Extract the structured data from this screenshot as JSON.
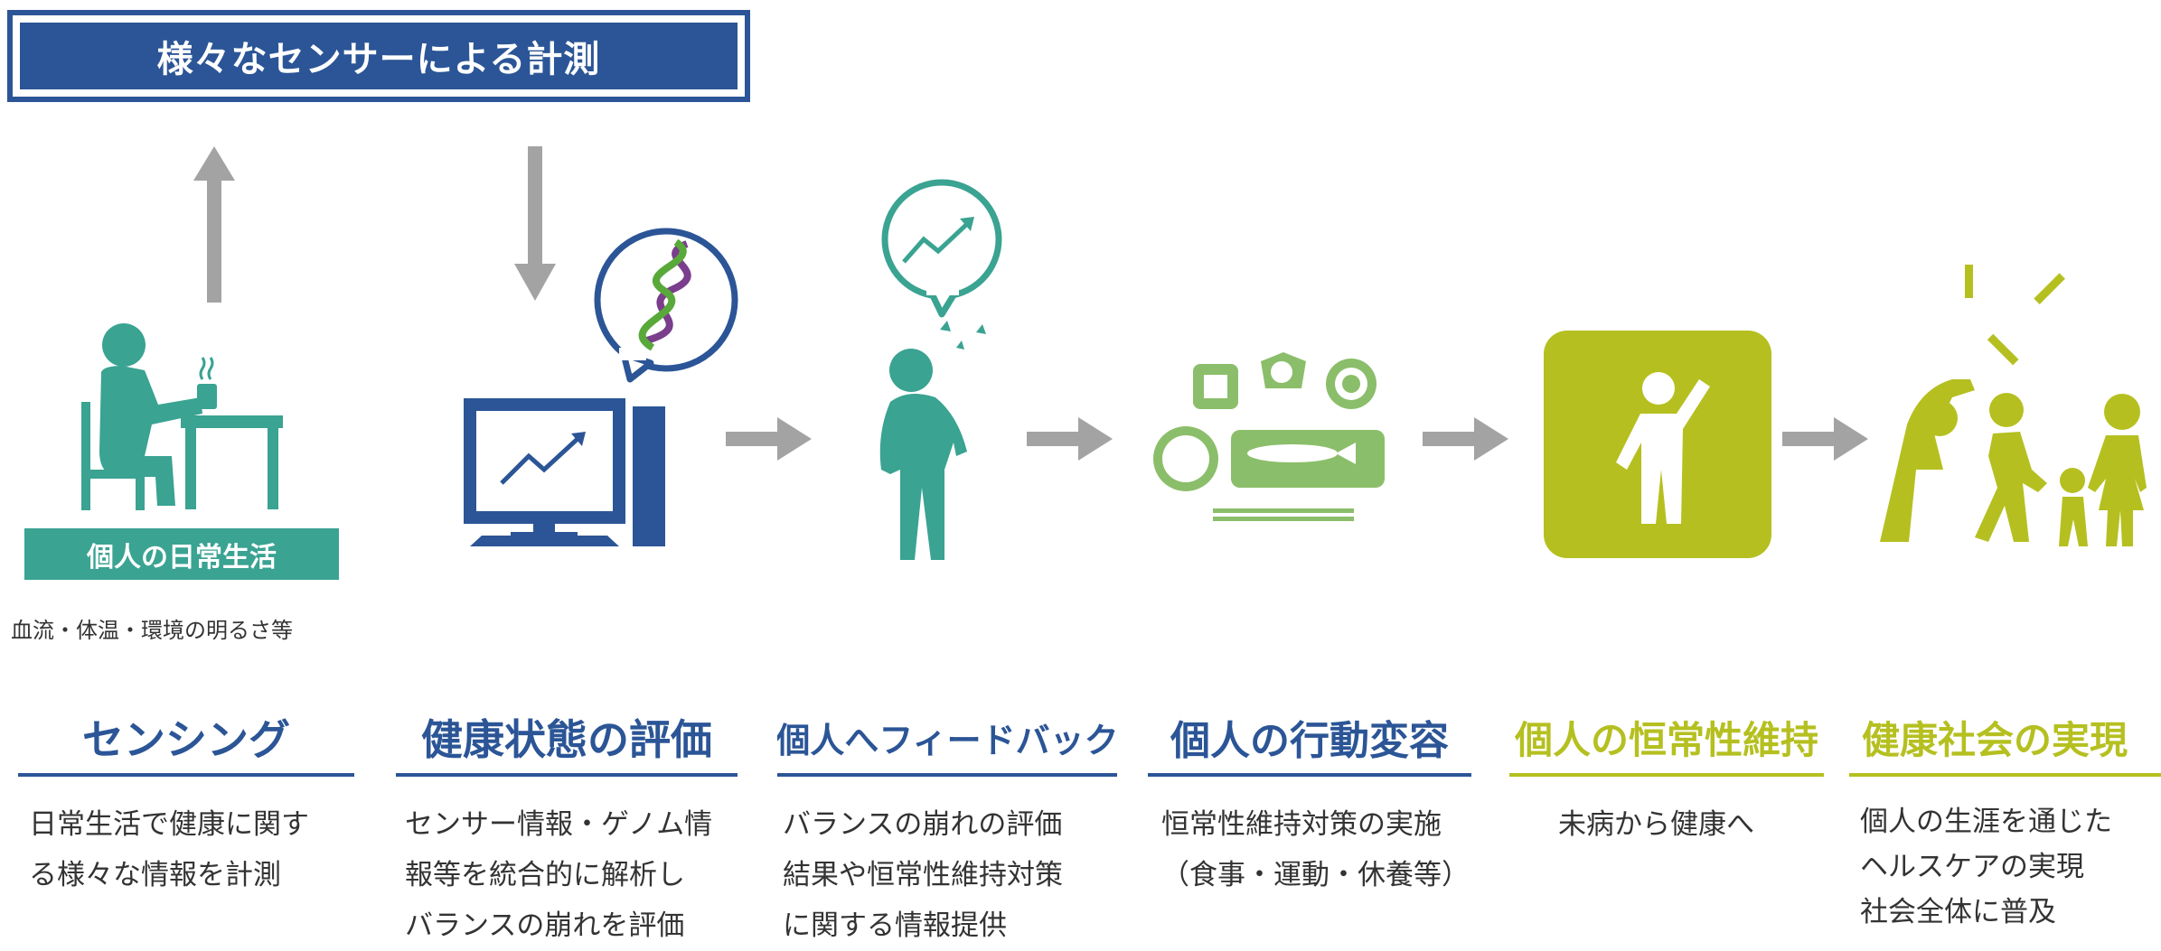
{
  "banner": {
    "title": "様々なセンサーによる計測"
  },
  "daily_life": {
    "label": "個人の日常生活",
    "note": "血流・体温・環境の明るさ等"
  },
  "stages": [
    {
      "title": "センシング",
      "desc": "日常生活で健康に関す\nる様々な情報を計測"
    },
    {
      "title": "健康状態の評価",
      "desc": "センサー情報・ゲノム情\n報等を統合的に解析し\nバランスの崩れを評価"
    },
    {
      "title": "個人へフィードバック",
      "desc": "バランスの崩れの評価\n結果や恒常性維持対策\nに関する情報提供"
    },
    {
      "title": "個人の行動変容",
      "desc": "恒常性維持対策の実施\n（食事・運動・休養等）"
    },
    {
      "title": "個人の恒常性維持",
      "desc": "未病から健康へ"
    },
    {
      "title": "健康社会の実現",
      "desc": "個人の生涯を通じた\nヘルスケアの実現\n社会全体に普及"
    }
  ],
  "colors": {
    "navy": "#2b5596",
    "teal": "#3aa392",
    "lime": "#b5c020",
    "food_green": "#8bbe6a",
    "arrow_gray": "#a3a3a3",
    "dna_purple": "#7a3e8c",
    "dna_green": "#58a93a"
  },
  "icons": [
    "up-arrow-icon",
    "down-arrow-icon",
    "person-at-desk-icon",
    "computer-monitor-icon",
    "dna-speech-bubble-icon",
    "trend-chart-icon",
    "unwell-person-icon",
    "meal-icon",
    "healthy-person-icon",
    "family-exercise-icon",
    "flow-arrow-icon"
  ]
}
